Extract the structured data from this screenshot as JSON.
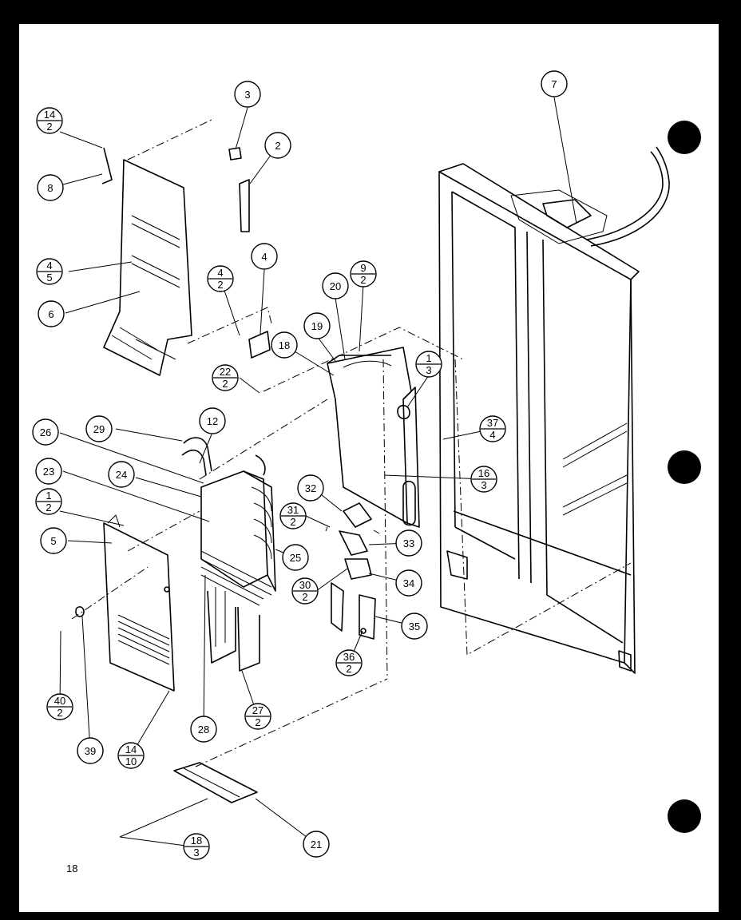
{
  "page_number": "18",
  "callouts": [
    {
      "id": "c3",
      "num": "3"
    },
    {
      "id": "c2",
      "num": "2"
    },
    {
      "id": "c7",
      "num": "7"
    },
    {
      "id": "c14-2",
      "num": "14",
      "qty": "2"
    },
    {
      "id": "c8",
      "num": "8"
    },
    {
      "id": "c4-5",
      "num": "4",
      "qty": "5"
    },
    {
      "id": "c6",
      "num": "6"
    },
    {
      "id": "c4",
      "num": "4"
    },
    {
      "id": "c4-2",
      "num": "4",
      "qty": "2"
    },
    {
      "id": "c20",
      "num": "20"
    },
    {
      "id": "c9-2",
      "num": "9",
      "qty": "2"
    },
    {
      "id": "c19",
      "num": "19"
    },
    {
      "id": "c18",
      "num": "18"
    },
    {
      "id": "c1-3",
      "num": "1",
      "qty": "3"
    },
    {
      "id": "c22-2",
      "num": "22",
      "qty": "2"
    },
    {
      "id": "c12",
      "num": "12"
    },
    {
      "id": "c29",
      "num": "29"
    },
    {
      "id": "c26",
      "num": "26"
    },
    {
      "id": "c37-4",
      "num": "37",
      "qty": "4"
    },
    {
      "id": "c23",
      "num": "23"
    },
    {
      "id": "c24",
      "num": "24"
    },
    {
      "id": "c16-3",
      "num": "16",
      "qty": "3"
    },
    {
      "id": "c1-2",
      "num": "1",
      "qty": "2"
    },
    {
      "id": "c32",
      "num": "32"
    },
    {
      "id": "c31-2",
      "num": "31",
      "qty": "2"
    },
    {
      "id": "c5",
      "num": "5"
    },
    {
      "id": "c25",
      "num": "25"
    },
    {
      "id": "c33",
      "num": "33"
    },
    {
      "id": "c30-2",
      "num": "30",
      "qty": "2"
    },
    {
      "id": "c34",
      "num": "34"
    },
    {
      "id": "c35",
      "num": "35"
    },
    {
      "id": "c36-2",
      "num": "36",
      "qty": "2"
    },
    {
      "id": "c40-2",
      "num": "40",
      "qty": "2"
    },
    {
      "id": "c27-2",
      "num": "27",
      "qty": "2"
    },
    {
      "id": "c28",
      "num": "28"
    },
    {
      "id": "c39",
      "num": "39"
    },
    {
      "id": "c14-10",
      "num": "14",
      "qty": "10"
    },
    {
      "id": "c18-3",
      "num": "18",
      "qty": "3"
    },
    {
      "id": "c21",
      "num": "21"
    }
  ],
  "binder_holes": 3,
  "colors": {
    "ink": "#000000",
    "paper": "#ffffff",
    "border": "#000000"
  }
}
